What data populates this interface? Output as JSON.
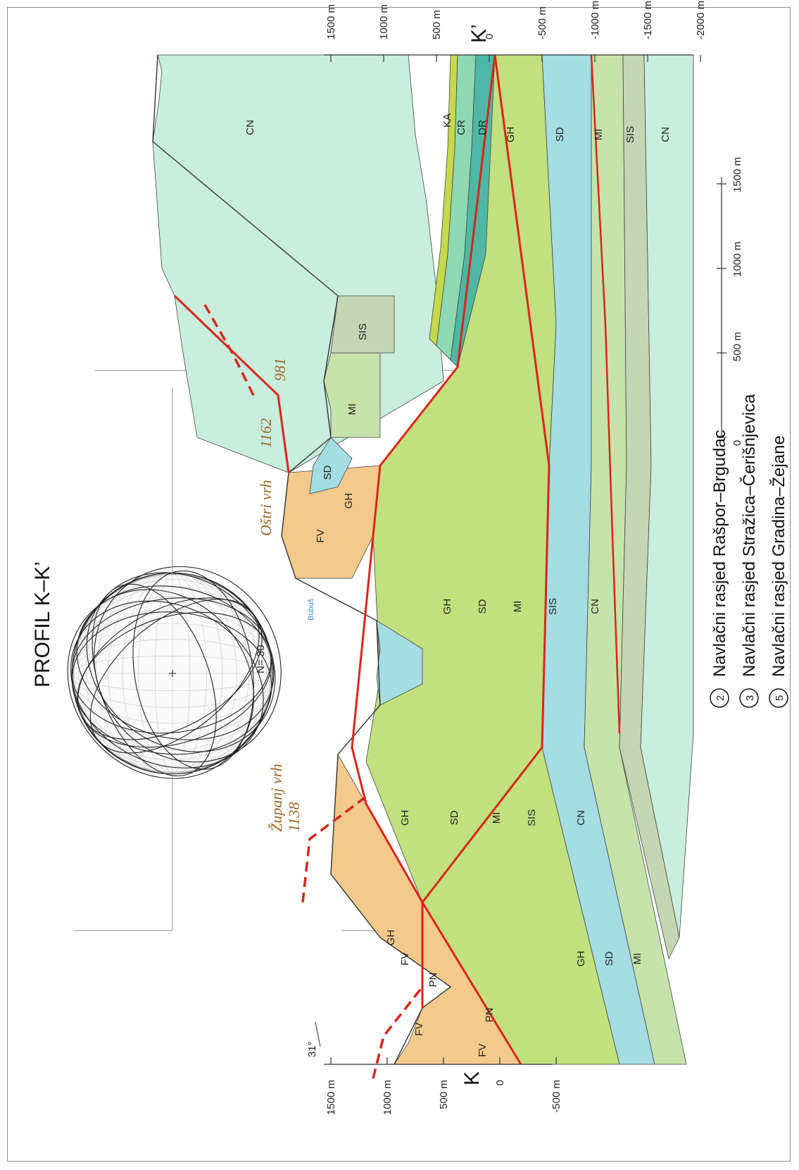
{
  "title": "PROFIL K–K’",
  "endpoints": {
    "left": "K",
    "right": "K’"
  },
  "dip_angle": "31°",
  "stereonet": {
    "n_label": "N= 30"
  },
  "axis_left_ticks": [
    "1500 m",
    "1000 m",
    "500 m",
    "0",
    "-500 m"
  ],
  "axis_right_ticks": [
    "1500 m",
    "1000 m",
    "500 m",
    "0",
    "-500 m",
    "-1000 m",
    "-1500 m",
    "-2000 m"
  ],
  "scale_bar_ticks": [
    "0",
    "500 m",
    "1000 m",
    "1500 m"
  ],
  "peaks": [
    {
      "name": "Županj vrh",
      "elev": "1138"
    },
    {
      "name": "Oštri vrh",
      "elev": "1162"
    },
    {
      "name": "",
      "elev": "981"
    }
  ],
  "spring_label": "Bubuš",
  "unit_labels": {
    "cn": "CN",
    "ka": "KA",
    "cr": "CR",
    "dr": "DR",
    "gh": "GH",
    "sd": "SD",
    "mi": "MI",
    "sis": "SIS",
    "fv": "FV",
    "pn": "PN"
  },
  "legend": [
    {
      "num": "2",
      "text": "Navlačni rasjed Rašpor–Brgudac"
    },
    {
      "num": "3",
      "text": "Navlačni rasjed Stražica–Čerišnjevica"
    },
    {
      "num": "5",
      "text": "Navlačni rasjed Gradina–Žejane"
    }
  ],
  "colors": {
    "cn": "#c9eedd",
    "gh": "#c2e07e",
    "sd": "#a4dde4",
    "mi": "#c7e3ac",
    "sis": "#c4d6b4",
    "fv": "#f4c98c",
    "ka": "#c6d94a",
    "cr": "#8fd8b4",
    "dr": "#4fb8a4",
    "fault": "#d9261c",
    "peak": "#9a6a2c"
  }
}
